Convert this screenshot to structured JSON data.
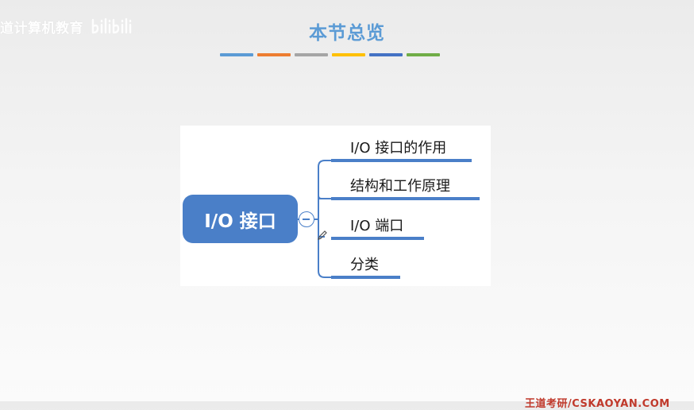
{
  "watermark": {
    "text": "道计算机教育",
    "logo_icon": "bilibili-logo-icon"
  },
  "header": {
    "title": "本节总览",
    "underline_colors": [
      "#5b9bd5",
      "#ed7d31",
      "#a5a5a5",
      "#ffc000",
      "#4472c4",
      "#70ad47"
    ]
  },
  "mindmap": {
    "root": "I/O 接口",
    "toggle_icon": "collapse-minus-icon",
    "accent": "#4a7fc8",
    "branches": [
      {
        "label": "I/O 接口的作用"
      },
      {
        "label": "结构和工作原理"
      },
      {
        "label": "I/O 端口"
      },
      {
        "label": "分类"
      }
    ]
  },
  "footer": {
    "brand": "王道考研/CSKAOYAN.COM"
  }
}
